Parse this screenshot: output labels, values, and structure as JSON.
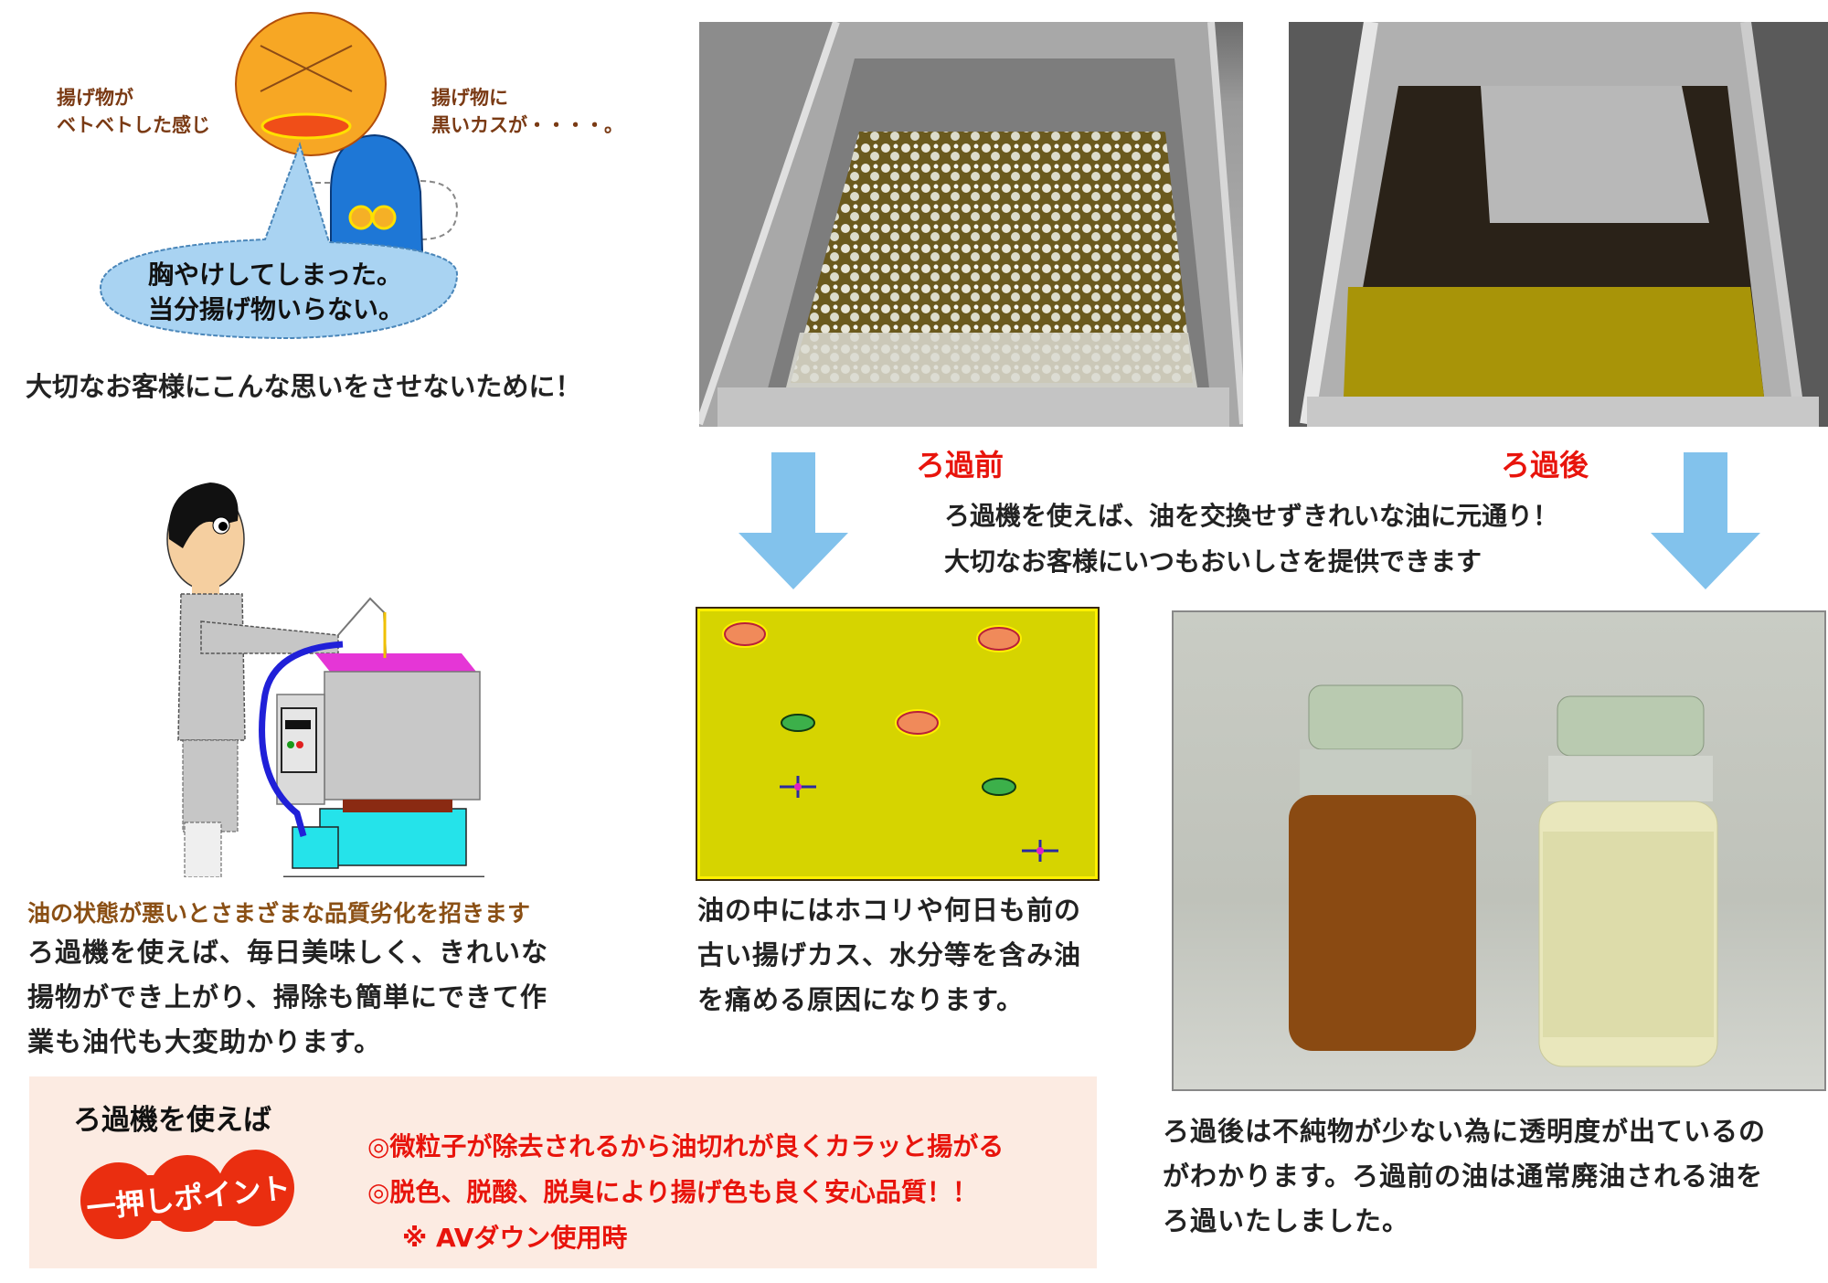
{
  "cartoon_customer": {
    "left_caption": [
      "揚げ物が",
      "ベトベトした感じ"
    ],
    "right_caption": [
      "揚げ物に",
      "黒いカスが・・・・。"
    ],
    "speech_bubble": [
      "胸やけしてしまった。",
      "当分揚げ物いらない。"
    ],
    "headline": "大切なお客様にこんな思いをさせないために！"
  },
  "photos": {
    "before_label": "ろ過前",
    "after_label": "ろ過後",
    "caption_lines": [
      "ろ過機を使えば、油を交換せずきれいな油に元通り！",
      "大切なお客様にいつもおいしさを提供できます"
    ]
  },
  "operator_section": {
    "subtitle": "油の状態が悪いとさまざまな品質劣化を招きます",
    "body_lines": [
      "ろ過機を使えば、毎日美味しく、きれいな",
      "揚物ができ上がり、掃除も簡単にできて作",
      "業も油代も大変助かります。"
    ]
  },
  "oil_diagram": {
    "body_lines": [
      "油の中にはホコリや何日も前の",
      "古い揚げカス、水分等を含み油",
      "を痛める原因になります。"
    ]
  },
  "jar_photo": {
    "body_lines": [
      "ろ過後は不純物が少ない為に透明度が出ているの",
      "がわかります。ろ過前の油は通常廃油される油を",
      "ろ過いたしました。"
    ]
  },
  "point_box": {
    "intro": "ろ過機を使えば",
    "badge": "一押しポイント",
    "points": [
      "◎微粒子が除去されるから油切れが良くカラッと揚がる",
      "◎脱色、脱酸、脱臭により揚げ色も良く安心品質！！"
    ],
    "note": "※ AVダウン使用時"
  },
  "colors": {
    "accent_red": "#e8140c",
    "arrow_blue": "#82c2ec",
    "caption_brown": "#7a3a14",
    "oil_yellow": "#d6d400",
    "point_bg": "#fcebe2"
  }
}
